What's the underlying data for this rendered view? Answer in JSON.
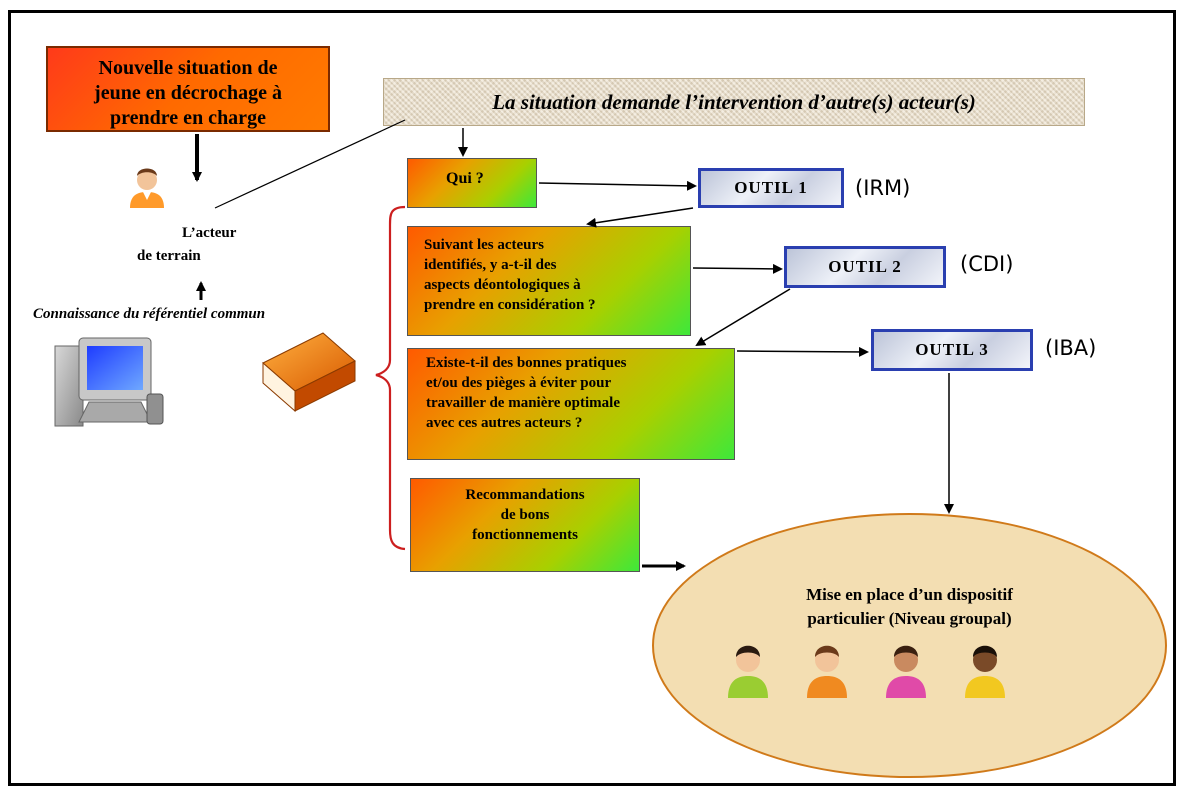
{
  "diagram": {
    "start_box": [
      "Nouvelle situation de",
      "jeune en décrochage à",
      "prendre en charge"
    ],
    "situation_banner": "La situation demande l’intervention d’autre(s) acteur(s)",
    "actor_label_line1": "L’acteur",
    "actor_label_line2": "de  terrain",
    "knowledge_label": "Connaissance du référentiel commun",
    "question_who": "Qui ?",
    "question_deontology": [
      "Suivant les acteurs",
      "identifiés, y a-t-il  des",
      "aspects  déontologiques à",
      "prendre en considération ?"
    ],
    "question_practices": [
      "Existe-t-il des bonnes pratiques",
      "et/ou des pièges à éviter pour",
      "travailler de manière optimale",
      "avec ces autres acteurs ?"
    ],
    "recommendations": [
      "Recommandations",
      "de bons",
      "fonctionnements"
    ],
    "tools": [
      {
        "label": "OUTIL 1",
        "code": "(IRM)"
      },
      {
        "label": "OUTIL 2",
        "code": "(CDI)"
      },
      {
        "label": "OUTIL 3",
        "code": "(IBA)"
      }
    ],
    "outcome": [
      "Mise en place d’un dispositif",
      "particulier (Niveau groupal)"
    ],
    "people_icons": [
      "person-green-icon",
      "person-orange-icon",
      "person-pink-icon",
      "person-yellow-icon"
    ]
  },
  "colors": {
    "start_box": "#ff5a10",
    "tool_border": "#2a3fb0",
    "ellipse_fill": "#f3deb2",
    "ellipse_border": "#d07a1a",
    "brace": "#cc1f1f"
  }
}
